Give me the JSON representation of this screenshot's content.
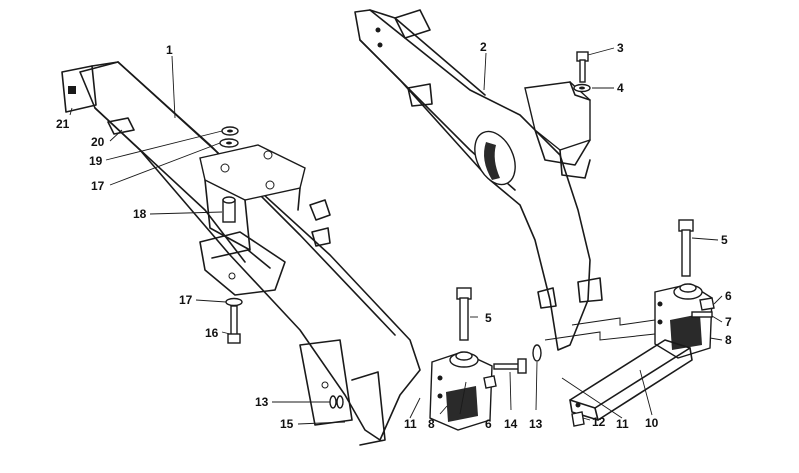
{
  "diagram": {
    "callouts": [
      {
        "id": "c1",
        "text": "1"
      },
      {
        "id": "c2",
        "text": "2"
      },
      {
        "id": "c3",
        "text": "3"
      },
      {
        "id": "c4",
        "text": "4"
      },
      {
        "id": "c5a",
        "text": "5"
      },
      {
        "id": "c5b",
        "text": "5"
      },
      {
        "id": "c6a",
        "text": "6"
      },
      {
        "id": "c6b",
        "text": "6"
      },
      {
        "id": "c7",
        "text": "7"
      },
      {
        "id": "c8a",
        "text": "8"
      },
      {
        "id": "c8b",
        "text": "8"
      },
      {
        "id": "c10",
        "text": "10"
      },
      {
        "id": "c11a",
        "text": "11"
      },
      {
        "id": "c11b",
        "text": "11"
      },
      {
        "id": "c12",
        "text": "12"
      },
      {
        "id": "c13a",
        "text": "13"
      },
      {
        "id": "c13b",
        "text": "13"
      },
      {
        "id": "c14",
        "text": "14"
      },
      {
        "id": "c15",
        "text": "15"
      },
      {
        "id": "c16",
        "text": "16"
      },
      {
        "id": "c17a",
        "text": "17"
      },
      {
        "id": "c17b",
        "text": "17"
      },
      {
        "id": "c18",
        "text": "18"
      },
      {
        "id": "c19",
        "text": "19"
      },
      {
        "id": "c20",
        "text": "20"
      },
      {
        "id": "c21",
        "text": "21"
      }
    ]
  }
}
